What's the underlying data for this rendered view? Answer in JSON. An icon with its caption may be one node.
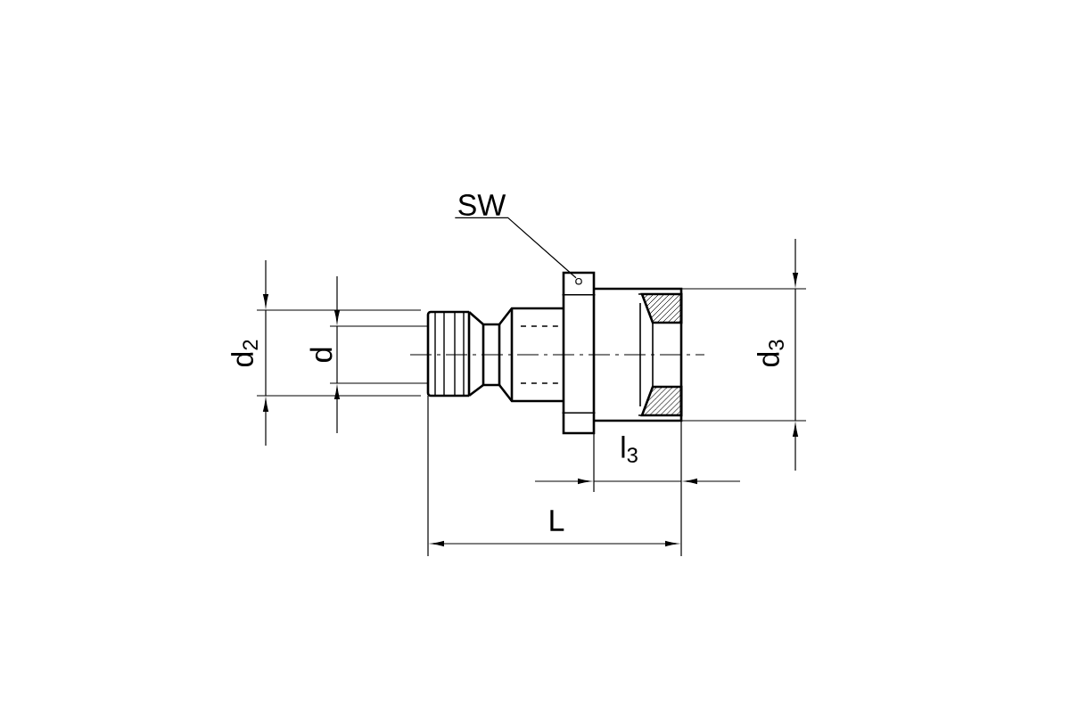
{
  "diagram": {
    "nodes": [
      {
        "text": [
          "SW"
        ]
      },
      {
        "text": [],
        "shape": "box"
      }
    ],
    "edges": [
      {
        "from": 0,
        "to": 1,
        "arrow": "none"
      }
    ],
    "labels": [
      "d$_{2}$",
      "d",
      "l$_{3}$",
      "d$_{3}$",
      "L"
    ]
  }
}
